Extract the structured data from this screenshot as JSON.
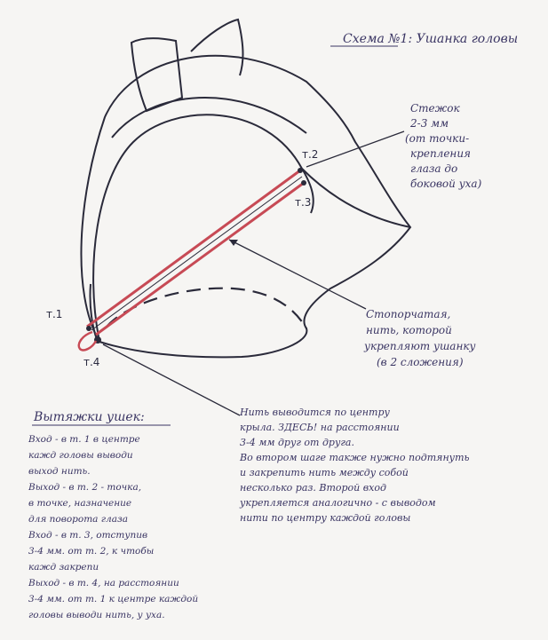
{
  "title": "Схема №1: Ушанка головы",
  "point_labels": {
    "t1": "т.1",
    "t2": "т.2",
    "t3": "т.3",
    "t4": "т.4"
  },
  "right_note": [
    "Стежок",
    "2-3 мм",
    "(от точки-",
    "крепления",
    "глаза до",
    "боковой уха)"
  ],
  "thread_note": [
    "Стопорчатая,",
    "нить, которой",
    "укрепляют ушанку",
    "(в 2 сложения)"
  ],
  "bottom_note": [
    "Нить выводится по центру",
    "крыла. ЗДЕСЬ! на расстоянии",
    "3-4 мм друг от друга.",
    "Во втором шаге также нужно подтянуть",
    "и закрепить нить между собой",
    "несколько раз. Второй вход",
    "укрепляется аналогично - с выводом",
    "нити по центру каждой головы"
  ],
  "steps_title": "Вытяжки ушек:",
  "steps": [
    "Вход - в т. 1 в центре",
    "кажд головы выводи",
    "выход нить.",
    "Выход - в т. 2 - точка,",
    "в точке, назначение",
    "для поворота глаза",
    "Вход - в т. 3, отступив",
    "3-4 мм. от т. 2, к чтобы",
    "кажд закрепи",
    "Выход - в т. 4, на расстоянии",
    "3-4 мм. от т. 1 к центре каждой",
    "головы выводи нить, у уха."
  ]
}
